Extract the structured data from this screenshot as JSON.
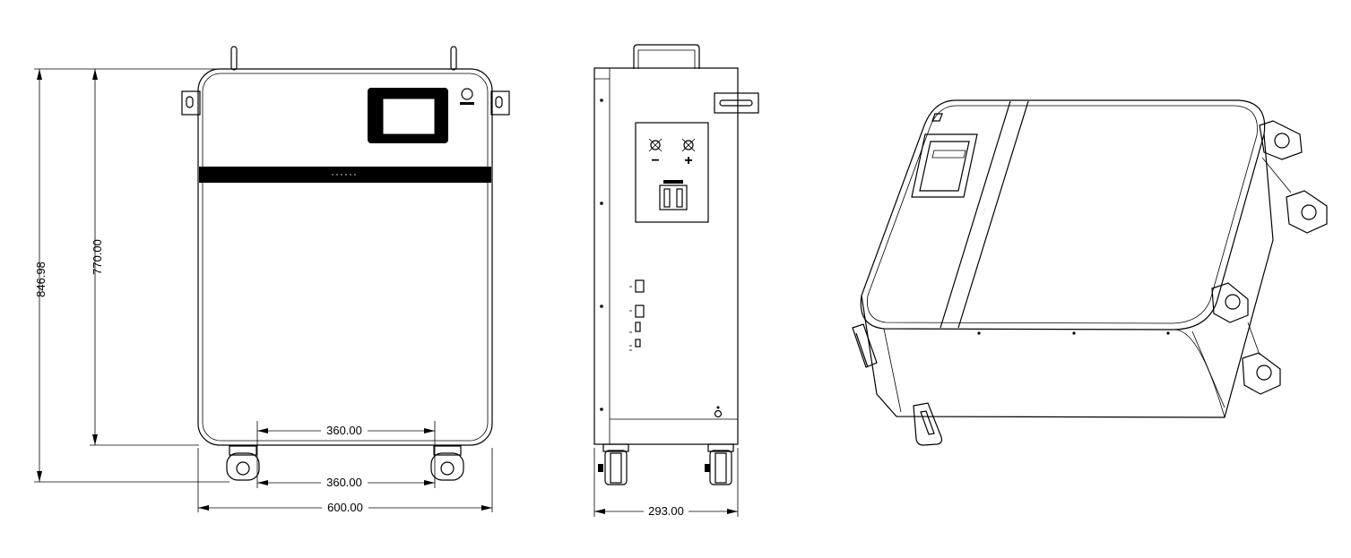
{
  "dimensions": {
    "total_height": "846.98",
    "body_height": "770.00",
    "wheel_spacing_upper": "360.00",
    "wheel_spacing_lower": "360.00",
    "front_width": "600.00",
    "side_depth": "293.00"
  },
  "terminals": {
    "negative": "−",
    "positive": "+"
  },
  "colors": {
    "line": "#000000",
    "background": "#ffffff"
  }
}
